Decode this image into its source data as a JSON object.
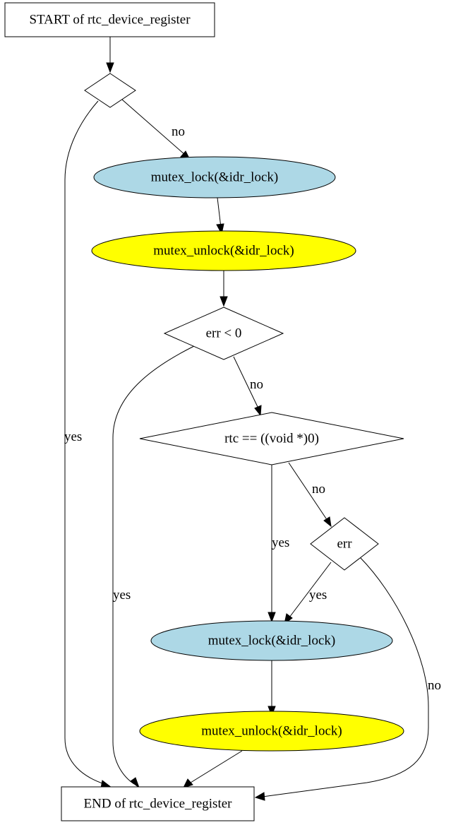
{
  "diagram": {
    "nodes": {
      "start": {
        "label": "START of rtc_device_register"
      },
      "decision1": {
        "label": ""
      },
      "lock1": {
        "label": "mutex_lock(&idr_lock)",
        "fill": "#add8e6"
      },
      "unlock1": {
        "label": "mutex_unlock(&idr_lock)",
        "fill": "#ffff00"
      },
      "err_lt0": {
        "label": "err < 0"
      },
      "rtc_null": {
        "label": "rtc == ((void *)0)"
      },
      "err": {
        "label": "err"
      },
      "lock2": {
        "label": "mutex_lock(&idr_lock)",
        "fill": "#add8e6"
      },
      "unlock2": {
        "label": "mutex_unlock(&idr_lock)",
        "fill": "#ffff00"
      },
      "end": {
        "label": "END of rtc_device_register"
      }
    },
    "edges": {
      "d1_yes": "yes",
      "d1_no": "no",
      "errlt0_yes": "yes",
      "errlt0_no": "no",
      "rtcnull_yes": "yes",
      "rtcnull_no": "no",
      "err_yes": "yes",
      "err_no": "no"
    }
  }
}
